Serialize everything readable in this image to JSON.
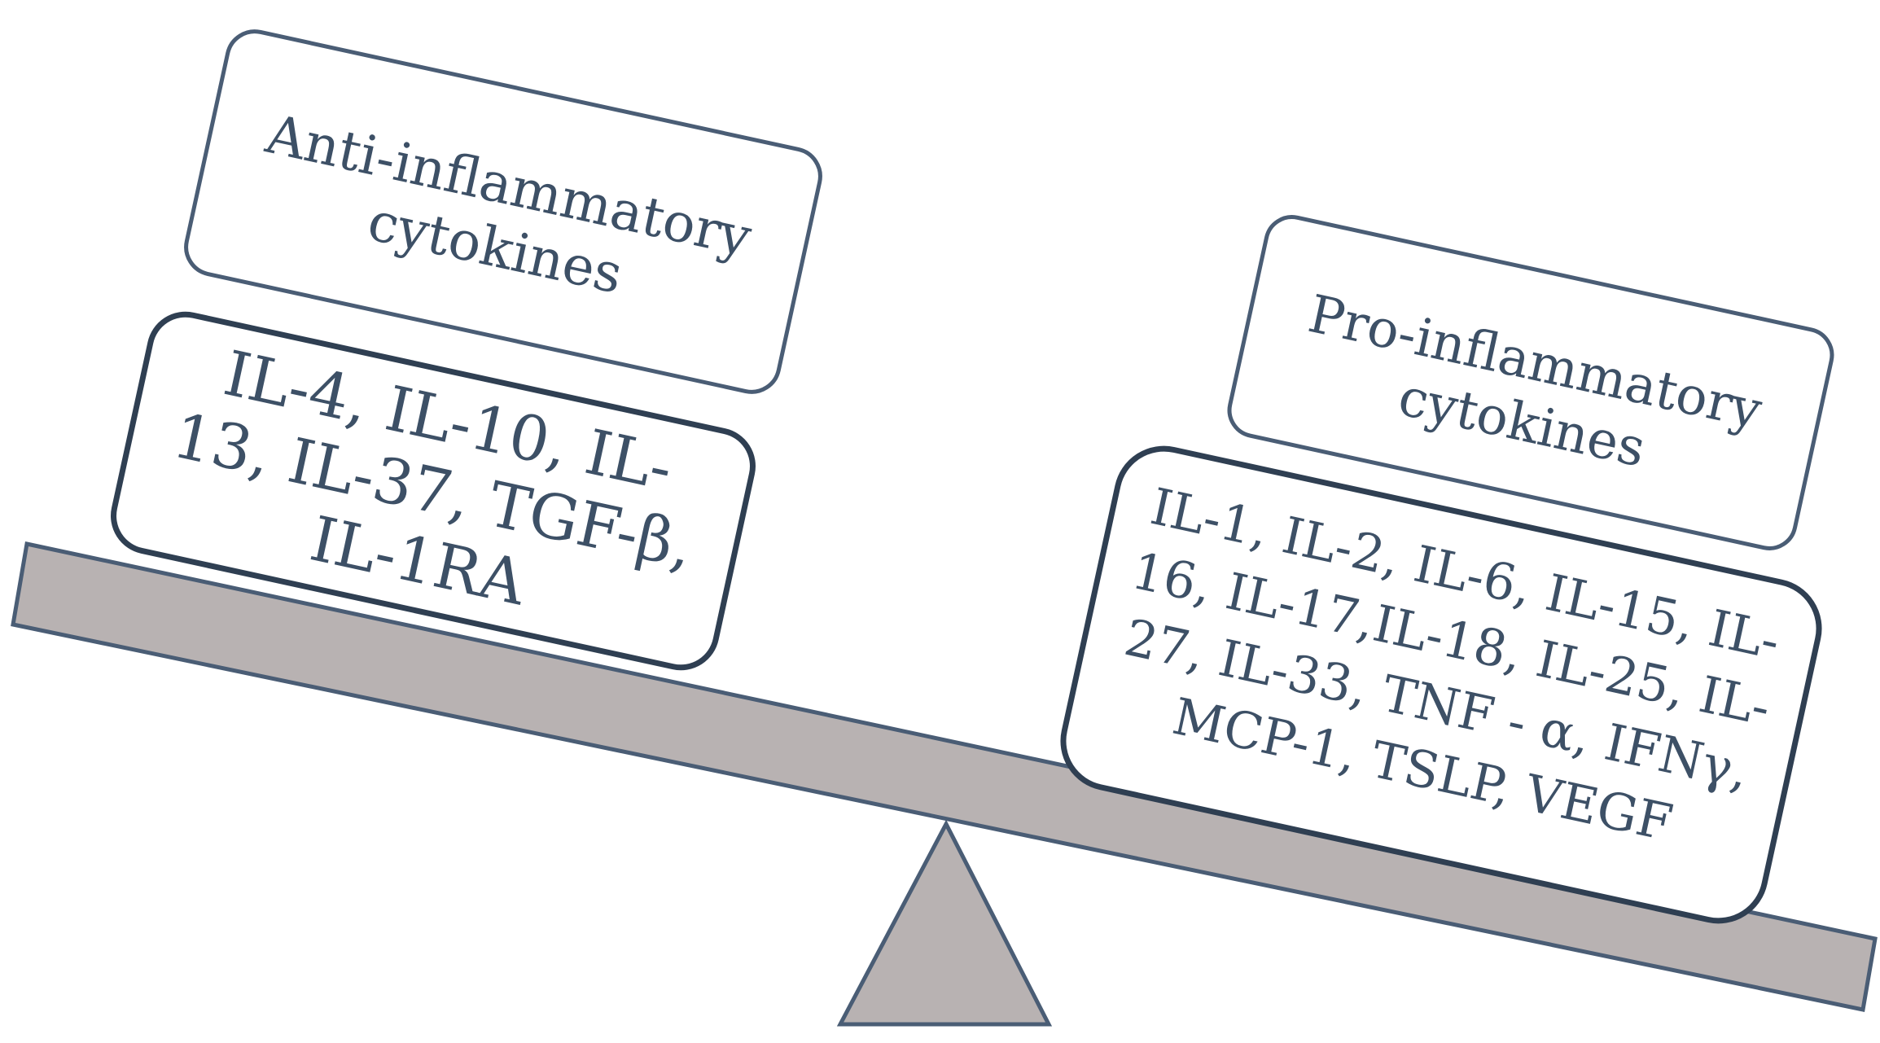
{
  "colors": {
    "text": "#3d5066",
    "stroke": "#4a5d75",
    "strong_stroke": "#2f3f52",
    "beam_fill": "#b8b2b2",
    "background": "#ffffff"
  },
  "left": {
    "header_lines": [
      "Anti-inflammatory",
      "cytokines"
    ],
    "list_lines": [
      "IL-4, IL-10, IL-",
      "13, IL-37, TGF-β,",
      "IL-1RA"
    ]
  },
  "right": {
    "header_lines": [
      "Pro-inflammatory",
      "cytokines"
    ],
    "list_lines": [
      "IL-1, IL-2, IL-6, IL-15, IL-",
      "16, IL-17,IL-18, IL-25, IL-",
      "27, IL-33, TNF - α, IFNγ,",
      "MCP-1, TSLP, VEGF"
    ]
  }
}
